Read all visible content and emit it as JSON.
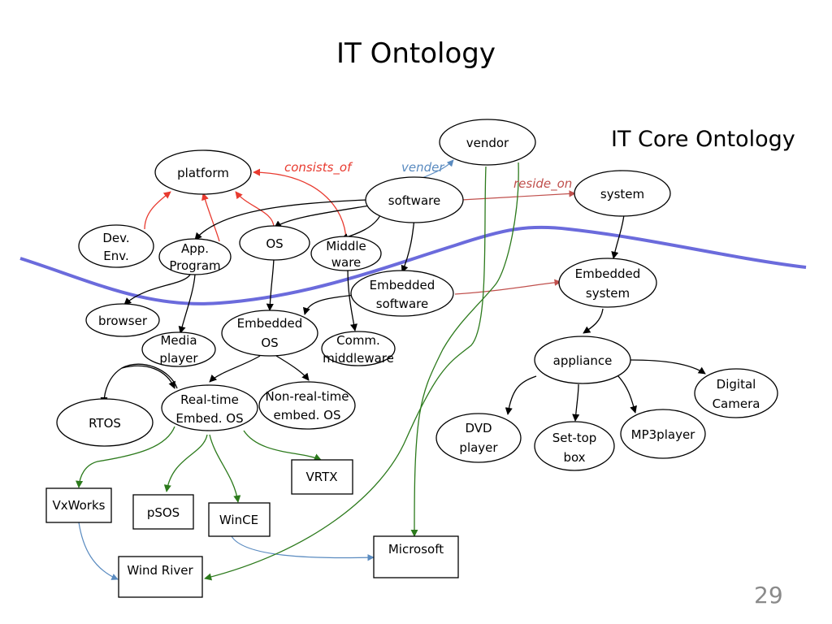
{
  "title": "IT Ontology",
  "subtitle": "IT Core Ontology",
  "page_number": "29",
  "colors": {
    "boundary": "#6b6bdc",
    "consists_of": "#e83a2f",
    "vender": "#5a8bc0",
    "reside_on": "#c0504d",
    "subclass": "#000000",
    "instance": "#2c7a1c"
  },
  "relations": {
    "consists_of": "consists_of",
    "vender": "vender",
    "reside_on": "reside_on"
  },
  "nodes": {
    "platform": [
      "platform"
    ],
    "vendor": [
      "vendor"
    ],
    "software": [
      "software"
    ],
    "system": [
      "system"
    ],
    "dev_env": [
      "Dev.",
      "Env."
    ],
    "app_program": [
      "App.",
      "Program"
    ],
    "os": [
      "OS"
    ],
    "middleware": [
      "Middle",
      "ware"
    ],
    "embedded_software": [
      "Embedded",
      "software"
    ],
    "embedded_system": [
      "Embedded",
      "system"
    ],
    "browser": [
      "browser"
    ],
    "embedded_os": [
      "Embedded",
      "OS"
    ],
    "media_player": [
      "Media",
      "player"
    ],
    "comm_middleware": [
      "Comm.",
      "middleware"
    ],
    "appliance": [
      "appliance"
    ],
    "digital_camera": [
      "Digital",
      "Camera"
    ],
    "rtos": [
      "RTOS"
    ],
    "realtime_os": [
      "Real-time",
      "Embed. OS"
    ],
    "nonrealtime_os": [
      "Non-real-time",
      "embed. OS"
    ],
    "dvd_player": [
      "DVD",
      "player"
    ],
    "settop_box": [
      "Set-top",
      "box"
    ],
    "mp3player": [
      "MP3player"
    ],
    "vrtx": [
      "VRTX"
    ],
    "vxworks": [
      "VxWorks"
    ],
    "psos": [
      "pSOS"
    ],
    "wince": [
      "WinCE"
    ],
    "microsoft": [
      "Microsoft"
    ],
    "wind_river": [
      "Wind River"
    ]
  }
}
